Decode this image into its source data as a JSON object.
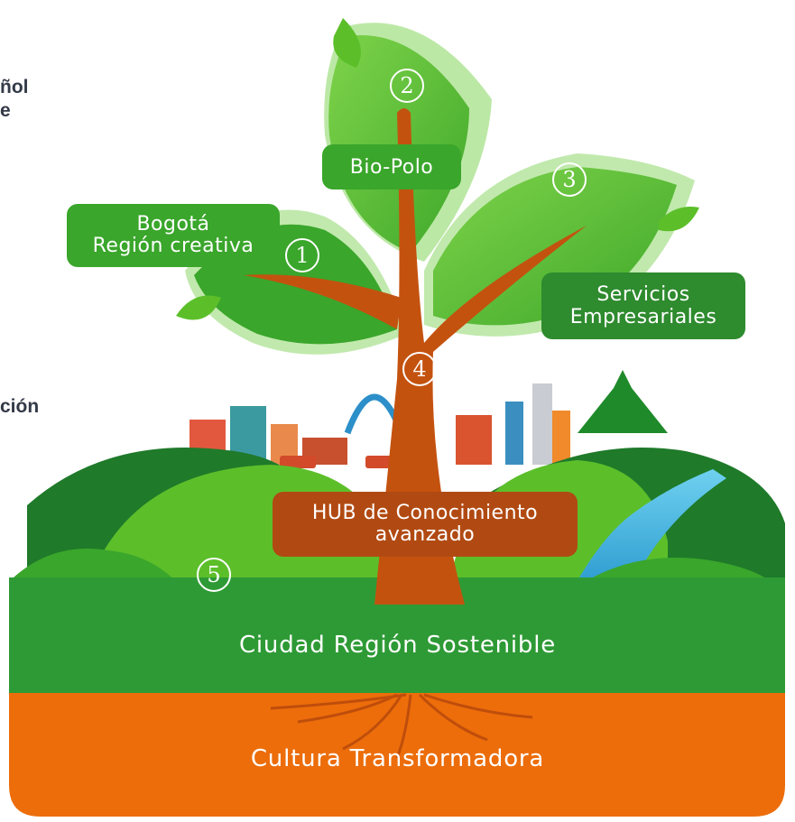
{
  "cut_text": {
    "line1": "ñol",
    "line2": "e",
    "line3": "ción"
  },
  "labels": {
    "bogota_line1": "Bogotá",
    "bogota_line2": "Región creativa",
    "biopolo": "Bio-Polo",
    "servicios_line1": "Servicios",
    "servicios_line2": "Empresariales",
    "hub_line1": "HUB de Conocimiento",
    "hub_line2": "avanzado"
  },
  "bands": {
    "green": "Ciudad Región Sostenible",
    "orange": "Cultura Transformadora"
  },
  "numbers": {
    "n1": "1",
    "n2": "2",
    "n3": "3",
    "n4": "4",
    "n5": "5"
  },
  "colors": {
    "leaf_green": "#5cbf2a",
    "dark_green": "#2e8b2e",
    "trunk": "#c4520f",
    "soil_orange": "#ec6d0a",
    "hub_label": "#b14a12",
    "river": "#2fa6d8"
  }
}
